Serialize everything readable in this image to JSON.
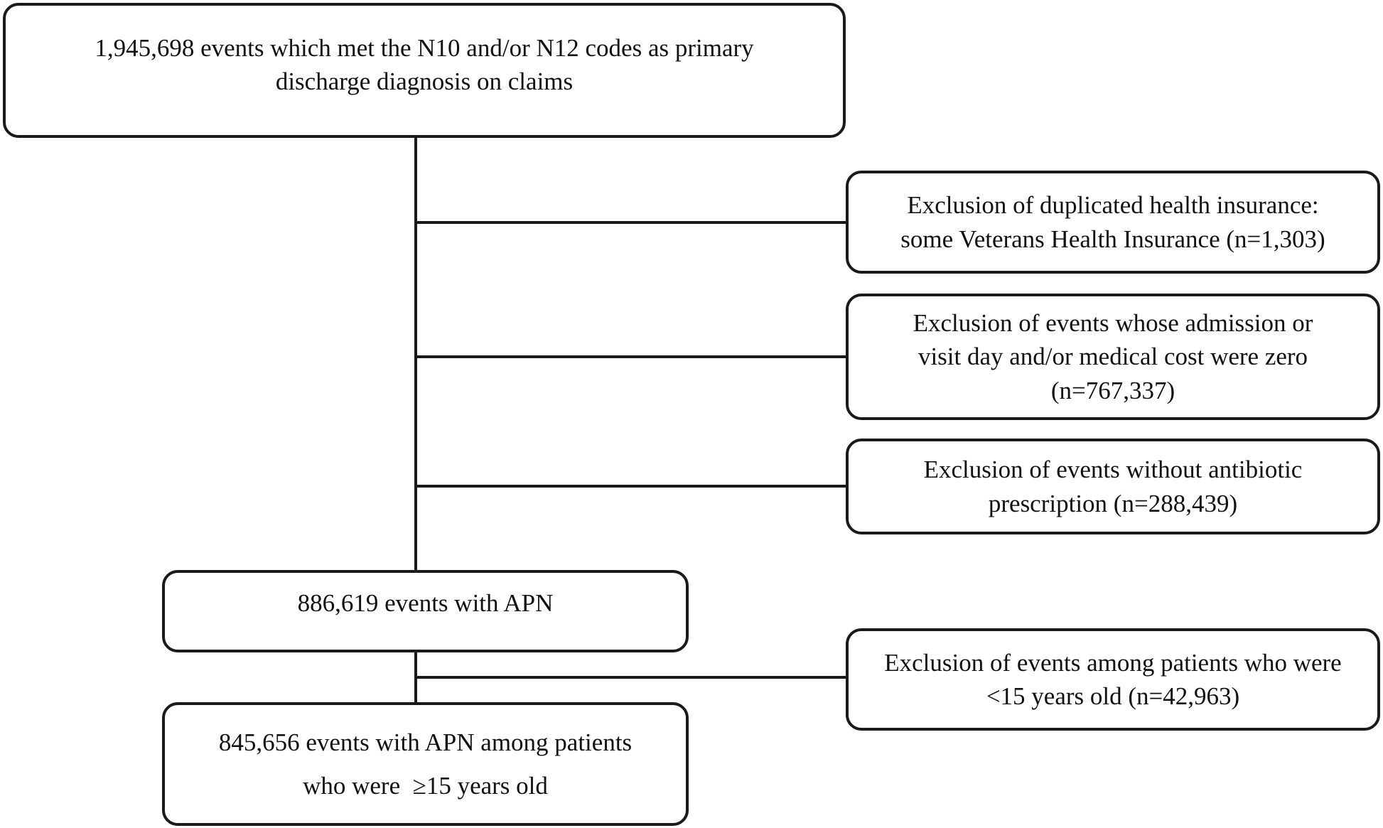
{
  "flowchart": {
    "initial_box": {
      "lines": [
        "1,945,698 events which met the N10 and/or N12 codes as primary",
        "discharge diagnosis on claims"
      ]
    },
    "exclusions": [
      {
        "lines": [
          "Exclusion of duplicated health insurance:",
          "some Veterans Health Insurance (n=1,303)"
        ]
      },
      {
        "lines": [
          "Exclusion of events whose admission or",
          "visit day and/or medical cost were zero",
          "(n=767,337)"
        ]
      },
      {
        "lines": [
          "Exclusion of events without antibiotic",
          "prescription (n=288,439)"
        ]
      },
      {
        "lines": [
          "Exclusion of events among patients who were",
          "<15 years old (n=42,963)"
        ]
      }
    ],
    "apn_box": {
      "lines": [
        "886,619 events with APN"
      ]
    },
    "final_box": {
      "lines": [
        "845,656 events with APN among patients",
        "who were  ≥15 years old"
      ]
    }
  }
}
